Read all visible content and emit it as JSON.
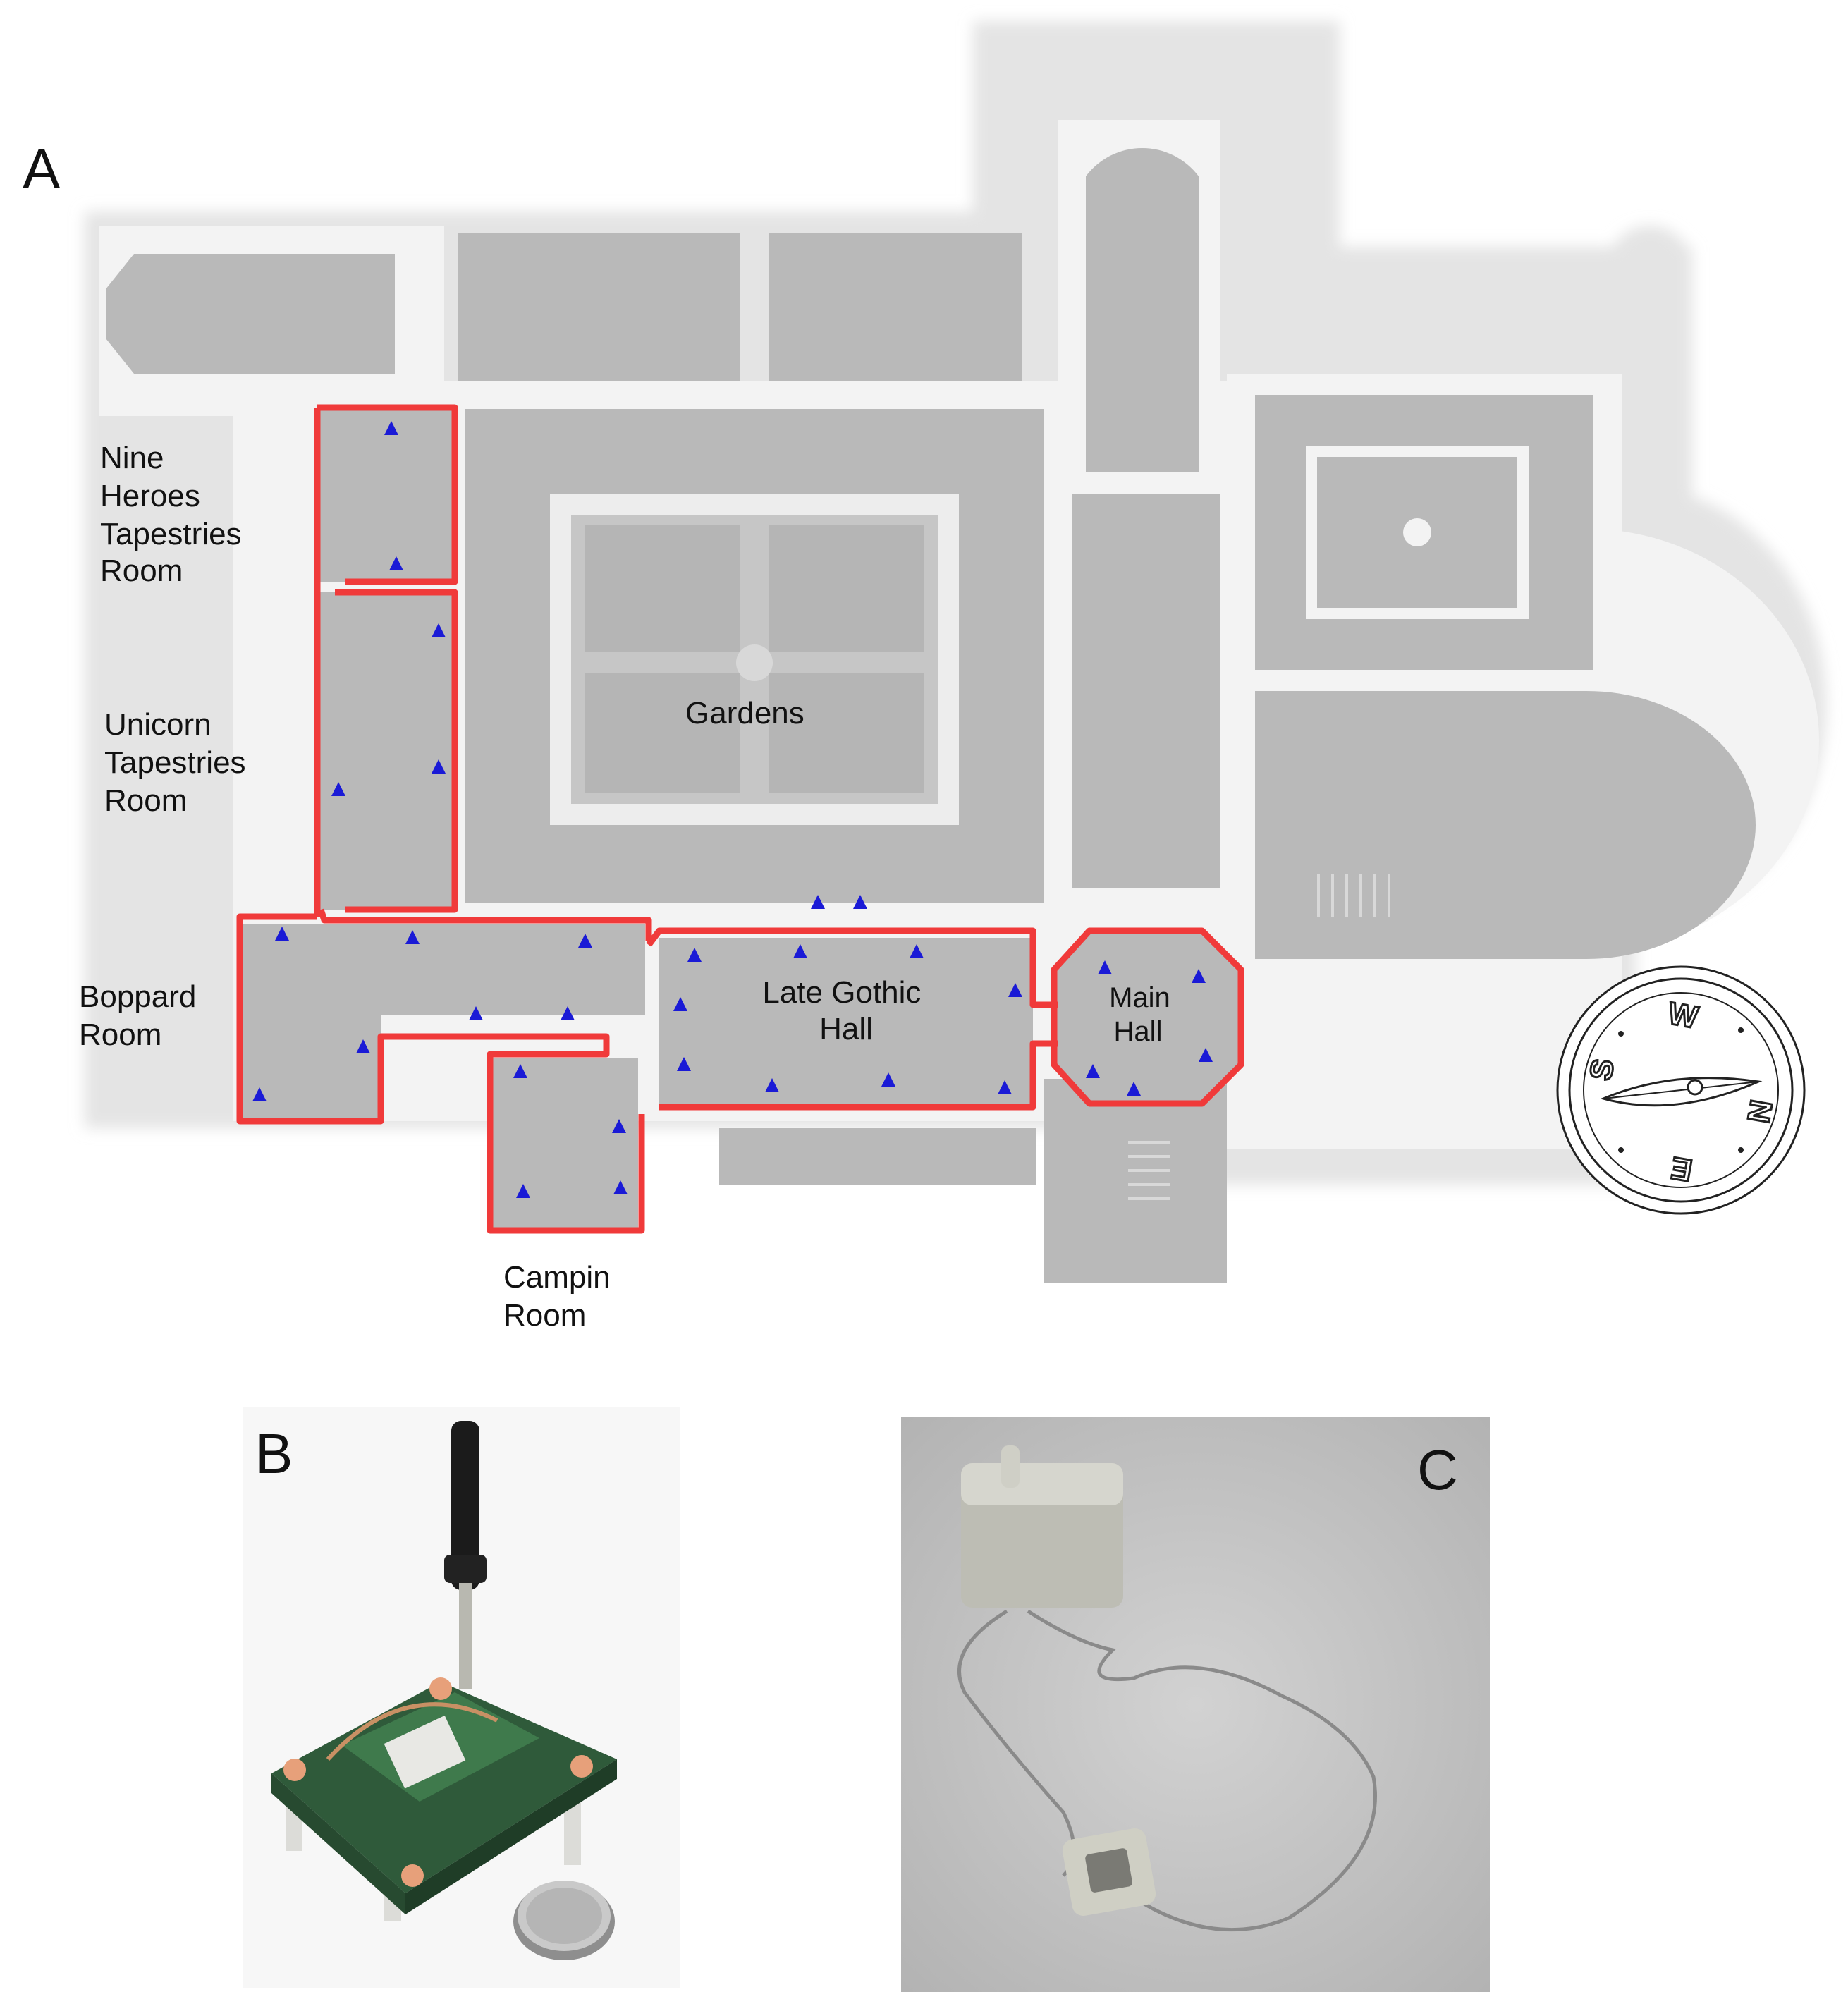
{
  "panels": {
    "a": "A",
    "b": "B",
    "c": "C"
  },
  "rooms": {
    "nine_heroes": [
      "Nine",
      "Heroes",
      "Tapestries",
      "Room"
    ],
    "unicorn": [
      "Unicorn",
      "Tapestries",
      "Room"
    ],
    "boppard": [
      "Boppard",
      "Room"
    ],
    "campin": [
      "Campin",
      "Room"
    ],
    "gardens": [
      "Gardens"
    ],
    "late_gothic": [
      "Late Gothic",
      "Hall"
    ],
    "main_hall": [
      "Main",
      "Hall"
    ]
  },
  "compass": {
    "w": "W",
    "n": "N",
    "e": "E",
    "s": "S"
  },
  "colors": {
    "highlight": "#f03a3a",
    "sensor": "#1a1ad6",
    "floor": "#b9b9b9",
    "wall": "#f2f2f2"
  }
}
